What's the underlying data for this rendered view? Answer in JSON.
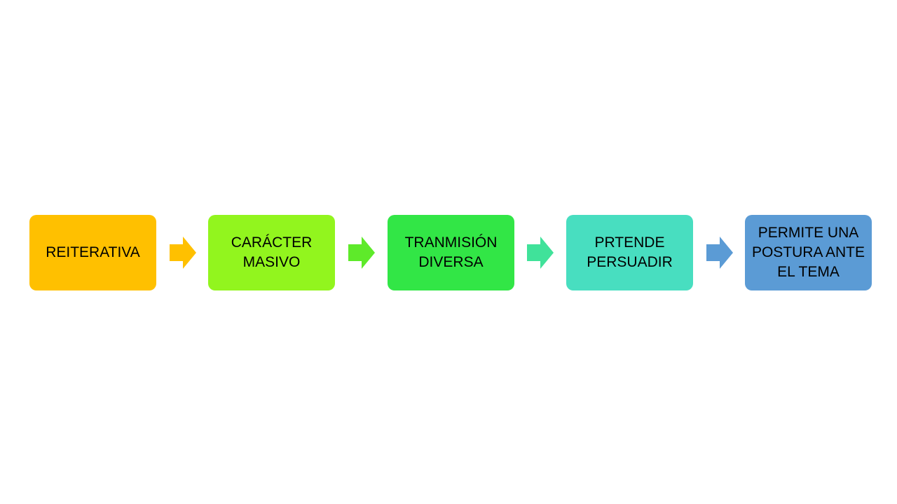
{
  "steps": [
    {
      "label": "REITERATIVA",
      "color": "#FFC000"
    },
    {
      "label": "CARÁCTER\nMASIVO",
      "color": "#92F51E"
    },
    {
      "label": "TRANMISIÓN\nDIVERSA",
      "color": "#32E646"
    },
    {
      "label": "PRTENDE\nPERSUADIR",
      "color": "#48DEC0"
    },
    {
      "label": "PERMITE UNA\nPOSTURA ANTE\nEL TEMA",
      "color": "#5B9BD5"
    }
  ],
  "arrows": [
    {
      "color": "#FFC000"
    },
    {
      "color": "#5EEA2A"
    },
    {
      "color": "#40E29A"
    },
    {
      "color": "#5B9BD5"
    }
  ]
}
